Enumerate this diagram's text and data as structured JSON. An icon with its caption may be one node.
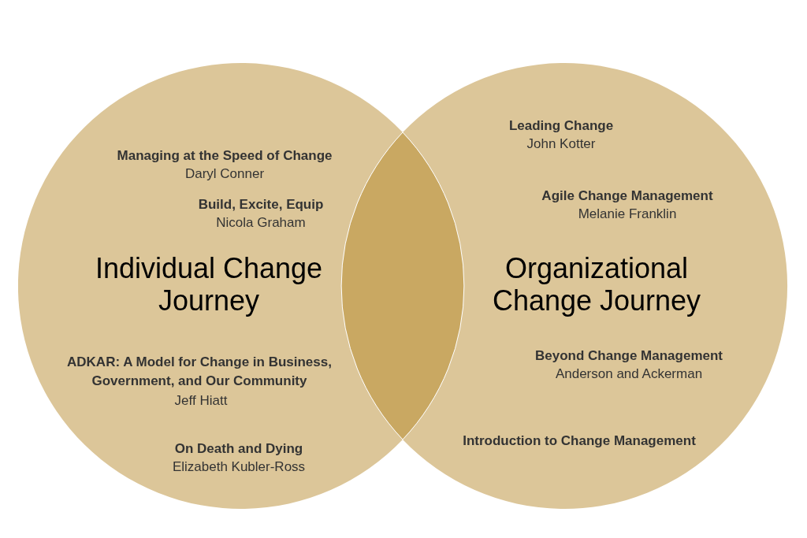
{
  "diagram": {
    "nodes": [
      {
        "text": [
          "Individual Change Journey"
        ]
      },
      {
        "text": [
          "Organizational Change Journey"
        ]
      },
      {
        "text": [],
        "shape": "lens"
      }
    ],
    "labels": [
      "Managing at the Speed of Change",
      "Daryl Conner",
      "Build, Excite, Equip",
      "Nicola Graham",
      "ADKAR: A Model for Change in Business, Government, and Our Community",
      "Jeff Hiatt",
      "On Death and Dying",
      "Elizabeth Kubler-Ross",
      "Leading Change",
      "John Kotter",
      "Agile Change Management",
      "Melanie Franklin",
      "Beyond Change Management",
      "Anderson and Ackerman",
      "Introduction to Change Management"
    ]
  }
}
